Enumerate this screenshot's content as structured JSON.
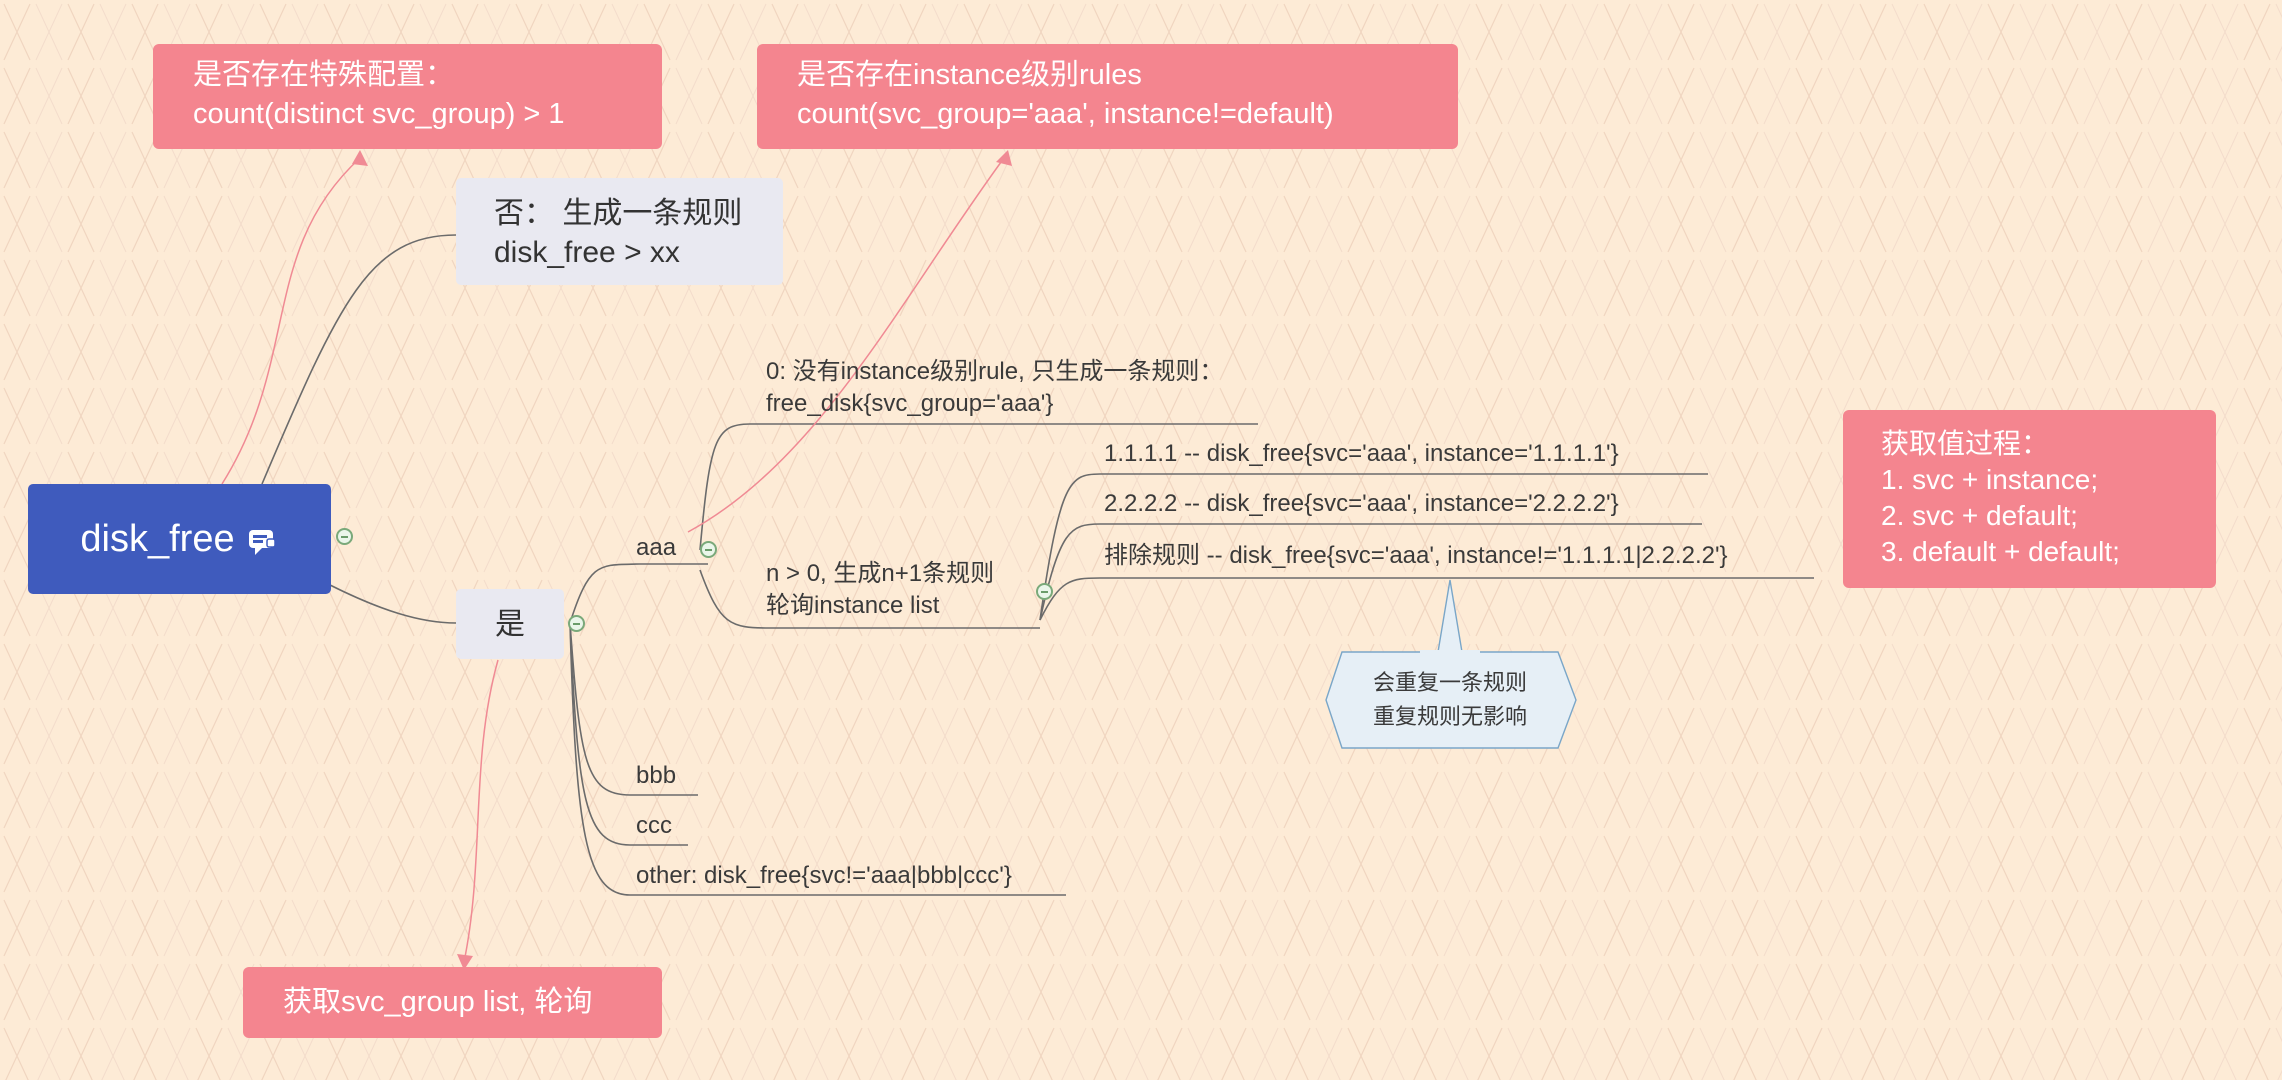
{
  "root": {
    "label": "disk_free",
    "icon": "comment-icon"
  },
  "callouts": {
    "special_config": {
      "line1": "是否存在特殊配置：",
      "line2": "count(distinct svc_group) > 1"
    },
    "instance_rules": {
      "line1": "是否存在instance级别rules",
      "line2": "count(svc_group='aaa', instance!=default)"
    },
    "value_process": {
      "line1": "获取值过程：",
      "line2": "1. svc + instance;",
      "line3": "2. svc + default;",
      "line4": "3. default + default;"
    },
    "svc_group_list": {
      "line1": "获取svc_group list, 轮询"
    }
  },
  "no_branch": {
    "line1": "否：  生成一条规则",
    "line2": "disk_free > xx"
  },
  "yes_branch": {
    "label": "是"
  },
  "groups": {
    "aaa": "aaa",
    "bbb": "bbb",
    "ccc": "ccc",
    "other": "other: disk_free{svc!='aaa|bbb|ccc'}"
  },
  "aaa_children": {
    "zero": {
      "line1": "0: 没有instance级别rule, 只生成一条规则：",
      "line2": "free_disk{svc_group='aaa'}"
    },
    "n": {
      "line1": "n > 0, 生成n+1条规则",
      "line2": "轮询instance list"
    }
  },
  "instance_rules_list": [
    "1.1.1.1  -- disk_free{svc='aaa', instance='1.1.1.1'}",
    "2.2.2.2 -- disk_free{svc='aaa', instance='2.2.2.2'}",
    "排除规则 -- disk_free{svc='aaa', instance!='1.1.1.1|2.2.2.2'}"
  ],
  "note": {
    "line1": "会重复一条规则",
    "line2": "重复规则无影响"
  },
  "colors": {
    "background": "#fdebd6",
    "callout": "#f4858f",
    "root": "#3f5bbd",
    "plain_node": "#e9e9f1",
    "note": "#e6eff6",
    "branch_line": "#6b6b6b",
    "relation_line": "#f08a94"
  }
}
